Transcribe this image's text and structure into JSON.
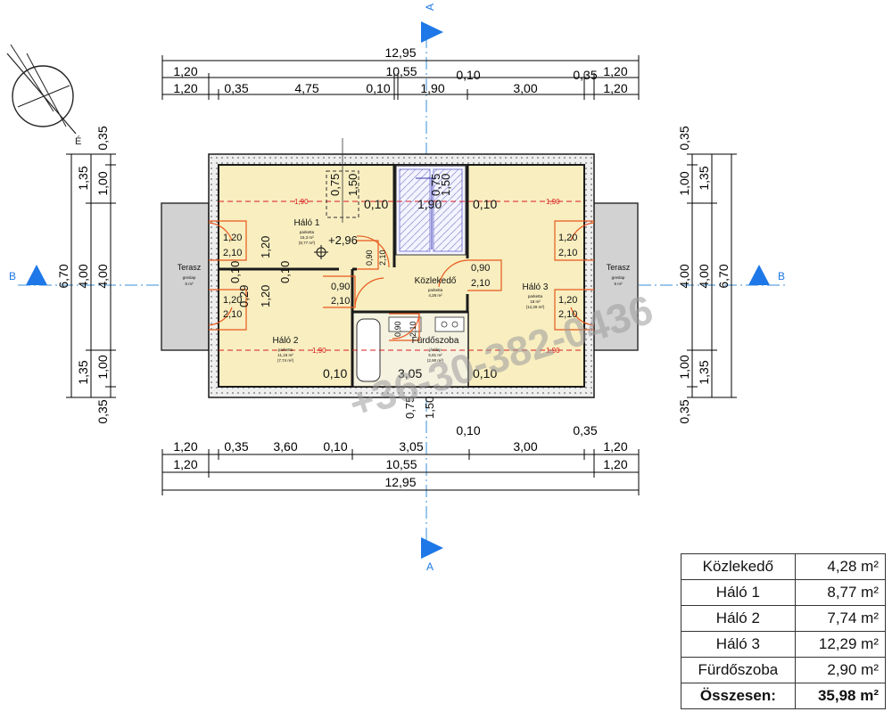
{
  "compass_letter": "É",
  "section_markers": {
    "top": "A",
    "bottom": "A",
    "left": "B",
    "right": "B"
  },
  "colors": {
    "room_fill": "#f8eec0",
    "terrace_fill": "#d2d2d2",
    "wall": "#1a1a1a",
    "insulation": "#e6e6e6",
    "door": "#e8581c",
    "axis": "#3a8fd8",
    "marker": "#1e78e8",
    "overhead": "#d81e1e",
    "dimension": "#000000",
    "watermark": "#9a9a9a"
  },
  "dimensions": {
    "top_overall": "12,95",
    "top_row2": [
      "1,20",
      "10,55",
      "0,10",
      "0,35",
      "1,20"
    ],
    "top_row3": [
      "1,20",
      "0,35",
      "4,75",
      "0,10",
      "1,90",
      "3,00",
      "1,20"
    ],
    "bottom_row1": [
      "1,20",
      "0,35",
      "3,60",
      "0,10",
      "3,05",
      "0,10",
      "3,00",
      "0,35",
      "1,20"
    ],
    "bottom_row2": [
      "1,20",
      "10,55",
      "1,20"
    ],
    "bottom_overall": "12,95",
    "left_outer": "6,70",
    "left_mid": [
      "0,35",
      "1,35",
      "4,00",
      "1,35",
      "0,35"
    ],
    "left_inner": [
      "1,00",
      "4,00",
      "1,00"
    ],
    "right_inner": [
      "0,35",
      "1,00",
      "4,00",
      "1,00",
      "0,35"
    ],
    "right_mid": [
      "1,35",
      "1,35"
    ],
    "right_outer": "6,70"
  },
  "rooms": [
    {
      "name": "Háló 1",
      "floor": "parketta",
      "area": "15,3 m²",
      "net": "(8,77 m²)"
    },
    {
      "name": "Háló 2",
      "floor": "parketta",
      "area": "11,16 m²",
      "net": "(7,74 m²)"
    },
    {
      "name": "Háló 3",
      "floor": "parketta",
      "area": "18 m²",
      "net": "(12,29 m²)"
    },
    {
      "name": "Közlekedő",
      "floor": "parketta",
      "area": "4,28 m²"
    },
    {
      "name": "Fürdőszoba",
      "floor": "járólap",
      "area": "5,81 m²",
      "net": "(2,90 m²)"
    },
    {
      "name": "Terasz",
      "floor": "greslap",
      "area": "5 m²"
    },
    {
      "name": "Terasz",
      "floor": "greslap",
      "area": "5 m²"
    }
  ],
  "plan_labels": {
    "level": "+2,96",
    "overhead": "1,90",
    "wall_thickness": "0,10",
    "window_width": "1,20",
    "window_height": "2,10",
    "door_width": "0,90",
    "door_height": "2,10",
    "opening_75": "0,75",
    "opening_150": "1,50",
    "pier_029": "0,29",
    "bath_door_h": "2,10",
    "bath_width": "3,05",
    "hall_width": "1,90"
  },
  "watermark": "+36-30-382-0436",
  "area_table": {
    "rows": [
      {
        "name": "Közlekedő",
        "value": "4,28 m²"
      },
      {
        "name": "Háló 1",
        "value": "8,77 m²"
      },
      {
        "name": "Háló 2",
        "value": "7,74 m²"
      },
      {
        "name": "Háló 3",
        "value": "12,29 m²"
      },
      {
        "name": "Fürdőszoba",
        "value": "2,90 m²"
      }
    ],
    "total": {
      "name": "Összesen:",
      "value": "35,98 m²"
    }
  }
}
